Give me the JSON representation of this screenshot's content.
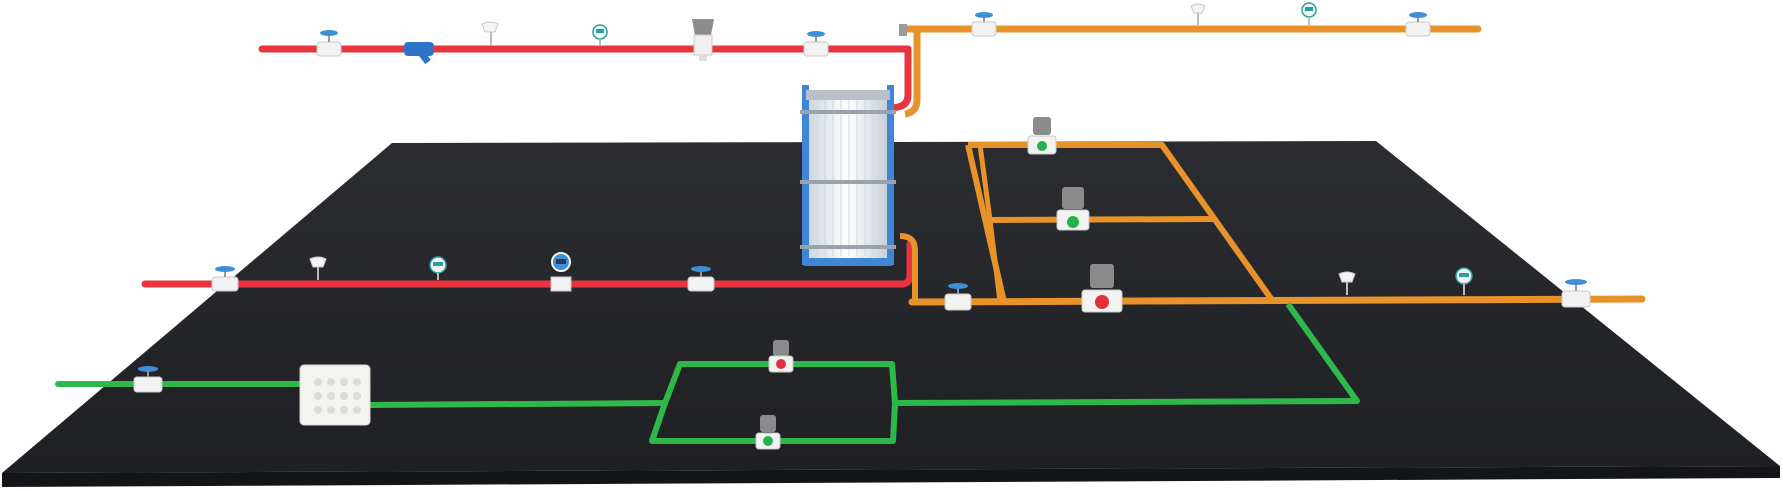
{
  "scene": {
    "title": "",
    "colors": {
      "background": "#ffffff",
      "platform": "#2b2c30",
      "platform_edge": "#151618",
      "hot_pipe": "#e8343f",
      "warm_pipe": "#e8932a",
      "cold_pipe": "#2fb84a",
      "fitting": "#f2f2f2",
      "valve_handle": "#3d8fd6",
      "strainer": "#2f73c8",
      "heat_exchanger_frame": "#3f86d6",
      "actuator": "#8b8b8b",
      "status_green": "#23b24b",
      "status_red": "#e0303b"
    }
  },
  "components": {
    "hot_loop": [
      "ball-valve",
      "y-strainer",
      "temperature-transmitter",
      "pressure-transmitter",
      "strainer-basket",
      "ball-valve"
    ],
    "heat_exchanger": "plate-heat-exchanger",
    "warm_return": [
      "ball-valve",
      "temperature-transmitter",
      "pressure-transmitter",
      "ball-valve"
    ],
    "hot_supply_lower": [
      "ball-valve",
      "temperature-transmitter",
      "pressure-transmitter",
      "flow-meter",
      "ball-valve"
    ],
    "warm_supply_lower": [
      "ball-valve",
      "control-valve",
      "temperature-transmitter",
      "pressure-transmitter",
      "ball-valve"
    ],
    "warm_branch": [
      "control-valve",
      "control-valve"
    ],
    "cold_loop": [
      "ball-valve",
      "filter-cabinet",
      "control-valve",
      "control-valve"
    ]
  },
  "valve_states": {
    "upper_bypass": "open",
    "middle_bypass": "open",
    "main_control": "closed",
    "cold_upper": "closed",
    "cold_lower": "open"
  }
}
